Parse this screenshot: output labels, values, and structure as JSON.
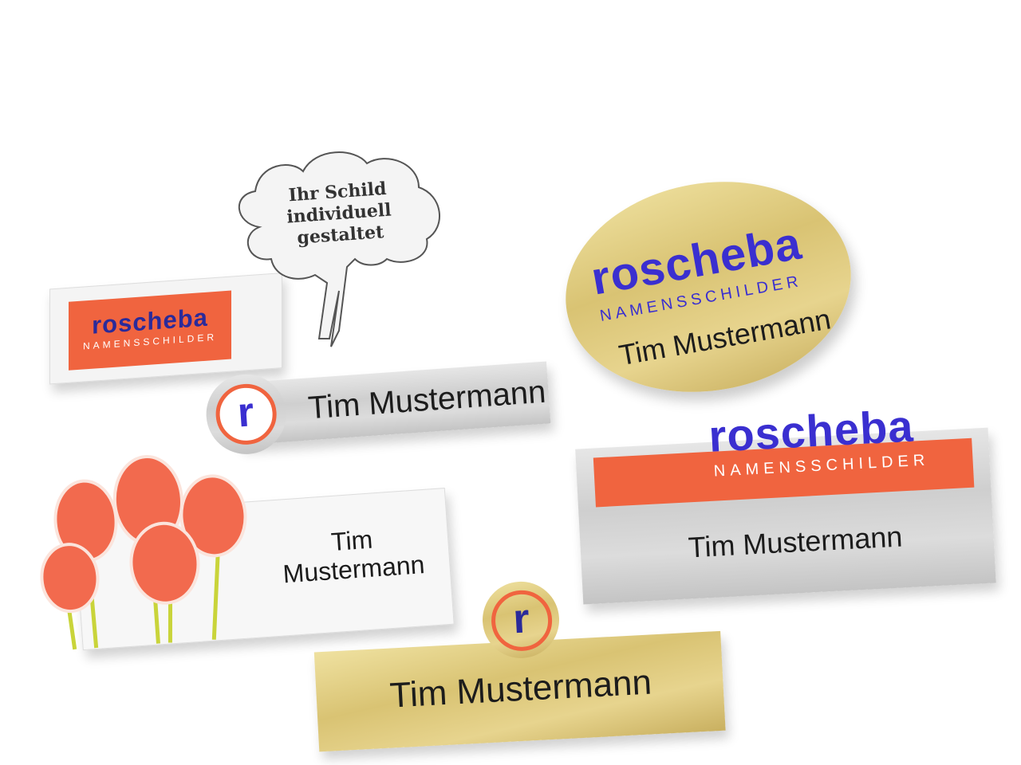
{
  "tree_badge": {
    "tree_text": [
      "Ihr Schild",
      "individuell",
      "gestaltet"
    ],
    "brand": "roscheba",
    "brand_sub": "NAMENSSCHILDER"
  },
  "silver_round_badge": {
    "logo_letter": "r",
    "name": "Tim Mustermann"
  },
  "gold_oval_badge": {
    "brand": "roscheba",
    "brand_sub": "NAMENSSCHILDER",
    "name": "Tim Mustermann"
  },
  "silver_rect_badge": {
    "brand": "roscheba",
    "brand_sub": "NAMENSSCHILDER",
    "name": "Tim Mustermann"
  },
  "tulip_badge": {
    "name_line1": "Tim",
    "name_line2": "Mustermann"
  },
  "gold_bar_badge": {
    "logo_letter": "r",
    "name": "Tim Mustermann"
  },
  "colors": {
    "brand_blue": "#3a2fd0",
    "brand_orange": "#f0643f",
    "gold": "#d9c373",
    "silver": "#d2d2d2"
  }
}
